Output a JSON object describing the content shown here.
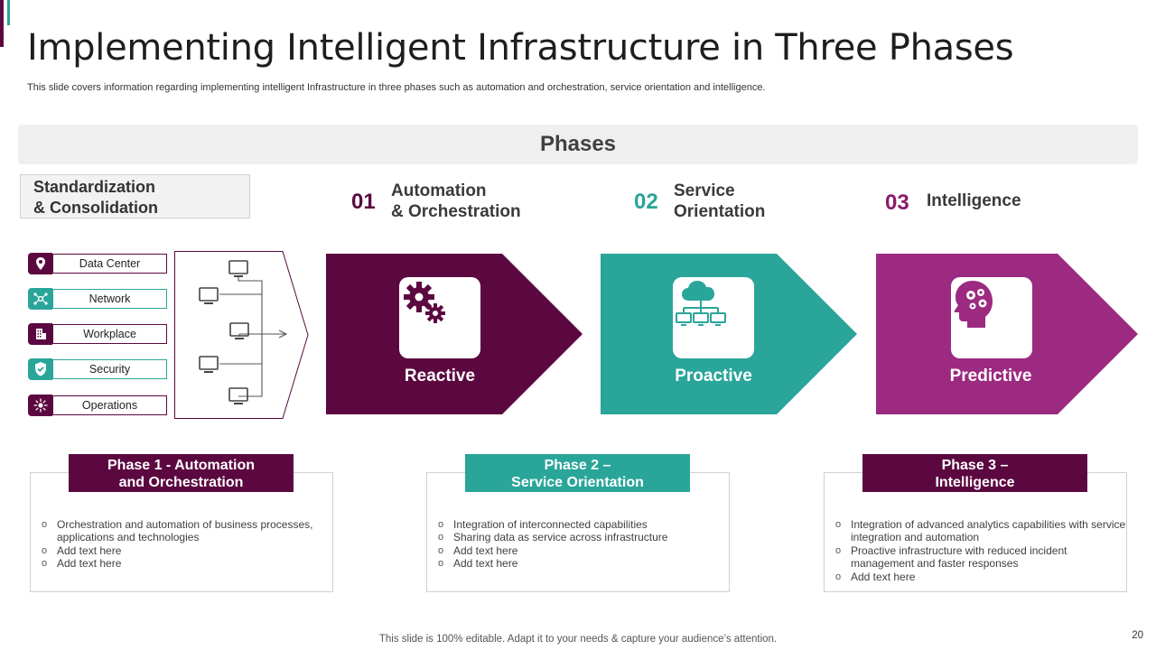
{
  "slide": {
    "title": "Implementing Intelligent Infrastructure in Three Phases",
    "subtitle": "This slide covers information regarding implementing intelligent Infrastructure in three phases such as automation and orchestration, service orientation and intelligence.",
    "band_title": "Phases",
    "footer": "This slide is 100% editable. Adapt it to your needs & capture your audience’s attention.",
    "page_number": "20"
  },
  "colors": {
    "plum": "#5c0840",
    "teal": "#2aa59a",
    "magenta": "#9c2a80"
  },
  "standardization": {
    "label_line1": "Standardization",
    "label_line2": "& Consolidation"
  },
  "categories": [
    {
      "label": "Data Center",
      "icon": "location-pin-icon"
    },
    {
      "label": "Network",
      "icon": "network-icon"
    },
    {
      "label": "Workplace",
      "icon": "building-icon"
    },
    {
      "label": "Security",
      "icon": "shield-check-icon"
    },
    {
      "label": "Operations",
      "icon": "operations-icon"
    }
  ],
  "phase_headers": [
    {
      "number": "01",
      "line1": "Automation",
      "line2": "& Orchestration"
    },
    {
      "number": "02",
      "line1": "Service",
      "line2": "Orientation"
    },
    {
      "number": "03",
      "line1": "Intelligence",
      "line2": ""
    }
  ],
  "chevrons": [
    {
      "label": "Reactive",
      "icon": "gears-icon"
    },
    {
      "label": "Proactive",
      "icon": "cloud-network-icon"
    },
    {
      "label": "Predictive",
      "icon": "brain-gears-icon"
    }
  ],
  "cards": [
    {
      "head_line1": "Phase 1 - Automation",
      "head_line2": "and Orchestration",
      "items": [
        "Orchestration and automation of business processes, applications and technologies",
        "Add text here",
        "Add text here"
      ]
    },
    {
      "head_line1": "Phase 2 –",
      "head_line2": "Service Orientation",
      "items": [
        "Integration of interconnected capabilities",
        "Sharing data as service across infrastructure",
        "Add text here",
        "Add text here"
      ]
    },
    {
      "head_line1": "Phase 3 –",
      "head_line2": "Intelligence",
      "items": [
        "Integration of advanced analytics capabilities with service integration and automation",
        "Proactive infrastructure with reduced incident management and faster responses",
        "Add text here"
      ]
    }
  ]
}
